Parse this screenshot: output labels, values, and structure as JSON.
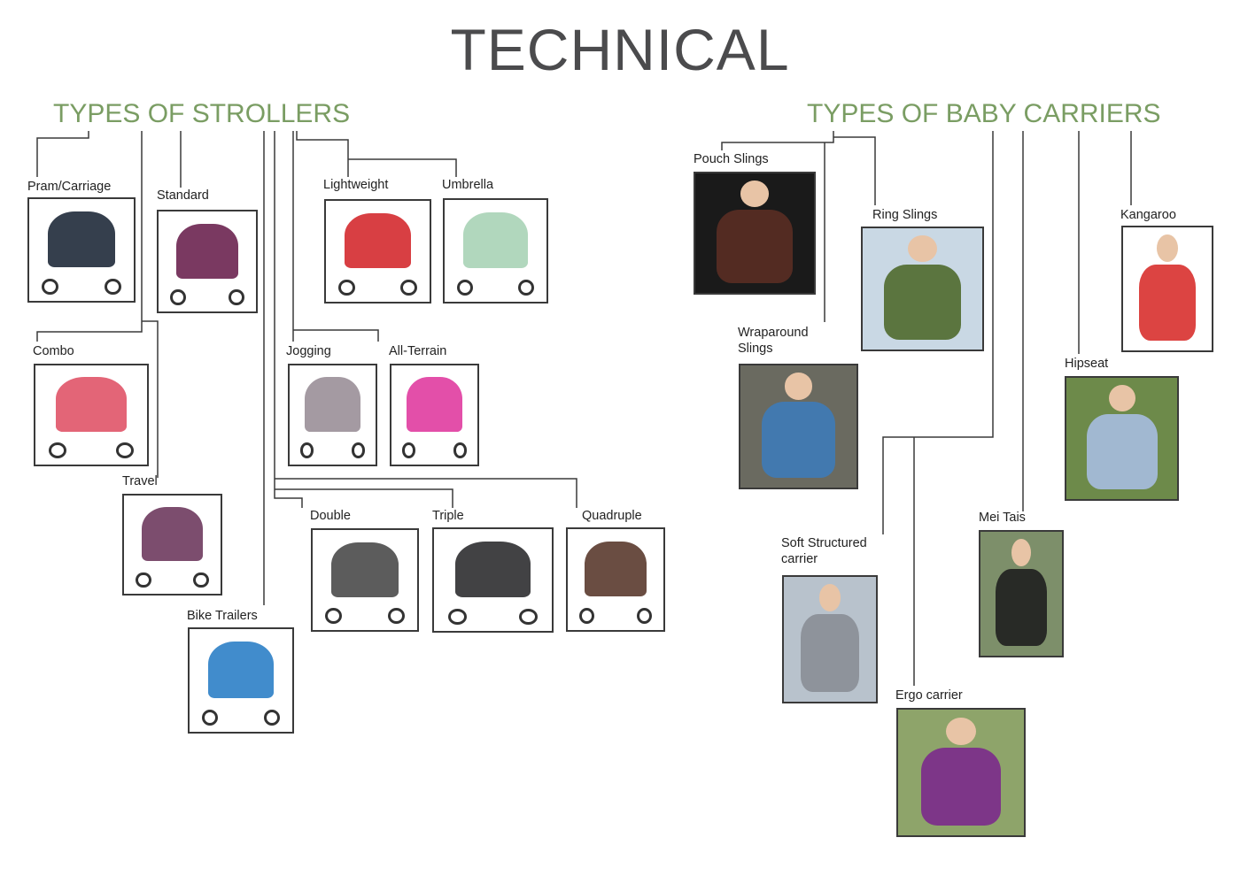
{
  "title": "TECHNICAL",
  "strollers": {
    "heading": "TYPES OF STROLLERS",
    "items": [
      {
        "label": "Pram/Carriage",
        "color": "#1f2a3a",
        "bg": "#ffffff"
      },
      {
        "label": "Standard",
        "color": "#6b2350",
        "bg": "#ffffff"
      },
      {
        "label": "Lightweight",
        "color": "#d42a2f",
        "bg": "#ffffff"
      },
      {
        "label": "Umbrella",
        "color": "#a9d3b6",
        "bg": "#ffffff"
      },
      {
        "label": "Combo",
        "color": "#e05468",
        "bg": "#ffffff"
      },
      {
        "label": "Jogging",
        "color": "#9a8f98",
        "bg": "#ffffff"
      },
      {
        "label": "All-Terrain",
        "color": "#e03ca0",
        "bg": "#ffffff"
      },
      {
        "label": "Travel",
        "color": "#6e3a5e",
        "bg": "#ffffff"
      },
      {
        "label": "Double",
        "color": "#4a4a4a",
        "bg": "#ffffff"
      },
      {
        "label": "Triple",
        "color": "#2e2e30",
        "bg": "#ffffff"
      },
      {
        "label": "Quadruple",
        "color": "#5a3a2e",
        "bg": "#ffffff"
      },
      {
        "label": "Bike Trailers",
        "color": "#2c7fc6",
        "bg": "#ffffff"
      }
    ]
  },
  "carriers": {
    "heading": "TYPES OF BABY CARRIERS",
    "items": [
      {
        "label": "Pouch Slings",
        "color": "#5a2e24",
        "bg": "#1a1a1a"
      },
      {
        "label": "Ring Slings",
        "color": "#4f6a2c",
        "bg": "#c9d8e4"
      },
      {
        "label": "Kangaroo",
        "color": "#d8302e",
        "bg": "#ffffff"
      },
      {
        "label": "Wraparound Slings",
        "color": "#3e7bb8",
        "bg": "#6a6a60"
      },
      {
        "label": "Hipseat",
        "color": "#a6bde0",
        "bg": "#6d8a4a"
      },
      {
        "label": "Mei Tais",
        "color": "#1f1f1f",
        "bg": "#7d8f6a"
      },
      {
        "label": "Soft Structured carrier",
        "color": "#8a8e96",
        "bg": "#b8c2cc"
      },
      {
        "label": "Ergo carrier",
        "color": "#7b2a8c",
        "bg": "#8ea46a"
      }
    ]
  }
}
